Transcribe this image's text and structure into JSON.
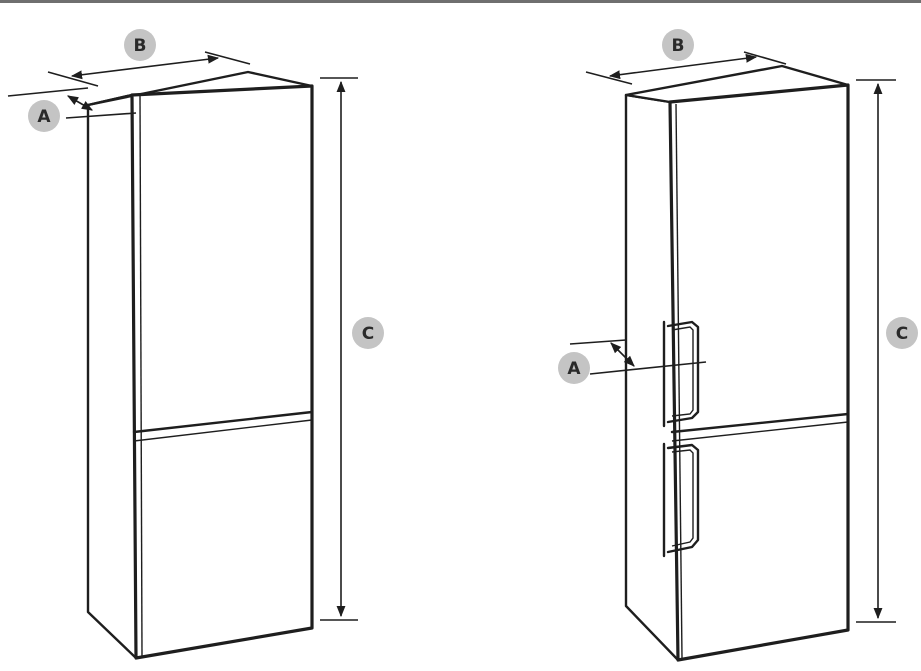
{
  "labels": {
    "a": "A",
    "b": "B",
    "c": "C"
  },
  "colors": {
    "line": "#1e1e1e",
    "badge": "#c4c4c4",
    "rule": "#6f6f6f"
  }
}
